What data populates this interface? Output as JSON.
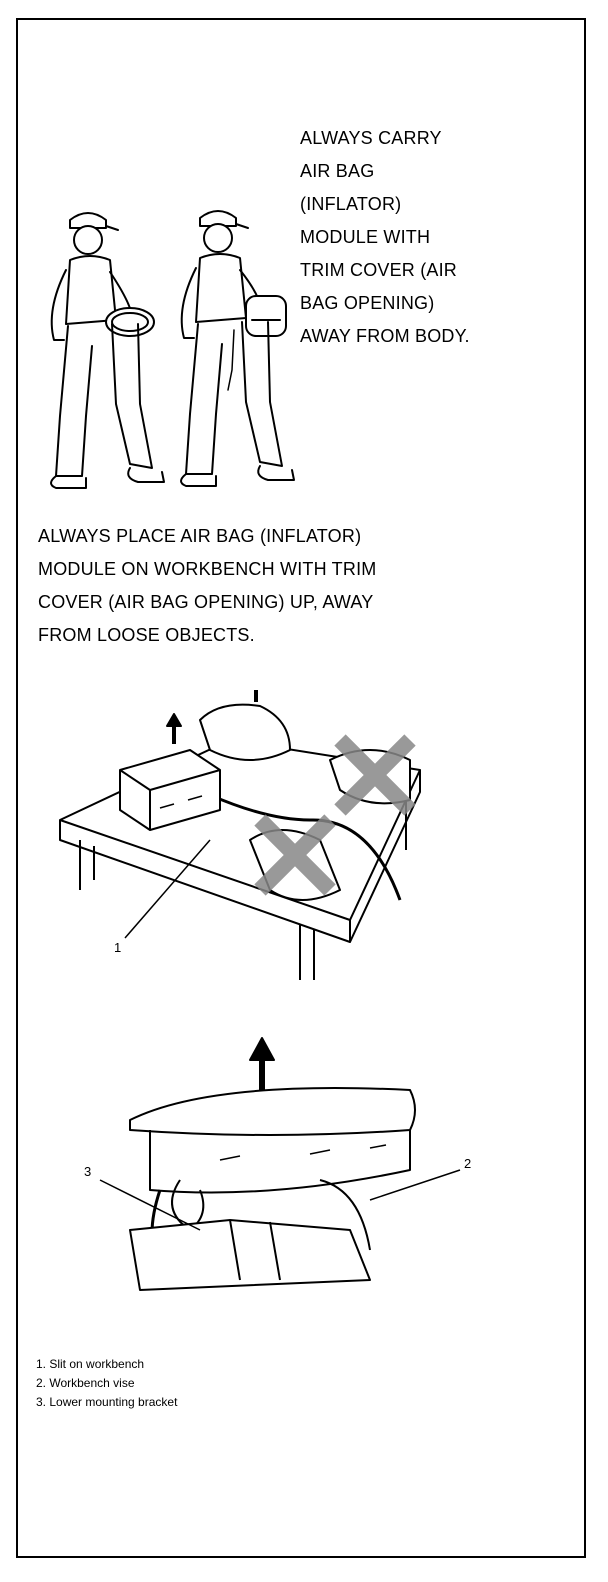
{
  "carry_instruction": {
    "lines": [
      "ALWAYS CARRY",
      "AIR BAG",
      "(INFLATOR)",
      "MODULE WITH",
      "TRIM COVER (AIR",
      "BAG OPENING)",
      "AWAY FROM BODY."
    ]
  },
  "place_instruction": {
    "lines": [
      "ALWAYS PLACE AIR BAG (INFLATOR)",
      "MODULE ON WORKBENCH WITH TRIM",
      "COVER (AIR BAG OPENING) UP, AWAY",
      "FROM LOOSE OBJECTS."
    ]
  },
  "callouts": {
    "workbench": "1",
    "vise": "2",
    "bracket": "3"
  },
  "legend": {
    "items": [
      "1. Slit on workbench",
      "2. Workbench vise",
      "3. Lower mounting bracket"
    ]
  }
}
